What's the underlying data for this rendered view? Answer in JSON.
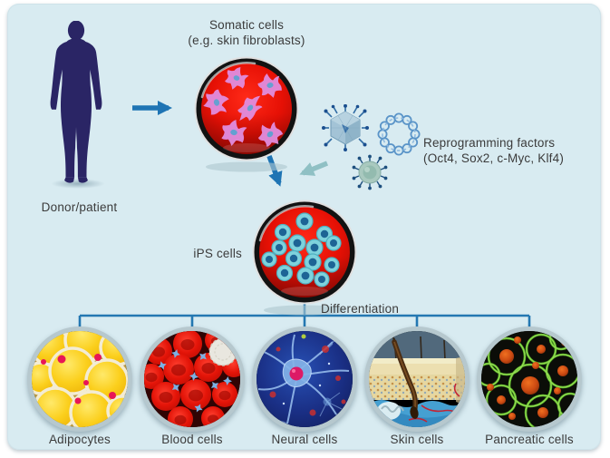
{
  "labels": {
    "somatic_line1": "Somatic cells",
    "somatic_line2": "(e.g. skin fibroblasts)",
    "donor": "Donor/patient",
    "reprogramming_line1": "Reprogramming factors",
    "reprogramming_line2": "(Oct4, Sox2, c-Myc, Klf4)",
    "ips": "iPS cells",
    "differentiation": "Differentiation"
  },
  "cell_types": [
    {
      "label": "Adipocytes"
    },
    {
      "label": "Blood cells"
    },
    {
      "label": "Neural cells"
    },
    {
      "label": "Skin cells"
    },
    {
      "label": "Pancreatic cells"
    }
  ],
  "icons": {
    "donor_figure": "human-silhouette-icon",
    "somatic_dish": "petri-dish-with-fibroblasts-icon",
    "ips_dish": "petri-dish-with-ips-colonies-icon",
    "adenovirus": "adenovirus-icon",
    "plasmid": "plasmid-dna-ring-icon",
    "coronavirus": "round-virus-icon"
  },
  "colors": {
    "background": "#d8ebf1",
    "frame": "#ffffff",
    "text": "#3b3b3b",
    "silhouette_navy": "#2a2565",
    "arrow_blue": "#1e74b4",
    "arrow_teal": "#8fc0c4",
    "connector_blue": "#2478b2",
    "dish_red": "#e61005",
    "dish_rim_black": "#121212",
    "fibroblast_pink": "#e18ddf",
    "fibroblast_nucleus": "#5fa8dc",
    "ips_cell_teal": "#7ed2dc",
    "ips_nucleus_blue": "#1d6495",
    "circle_ring_gray": "#b6c8ce"
  }
}
